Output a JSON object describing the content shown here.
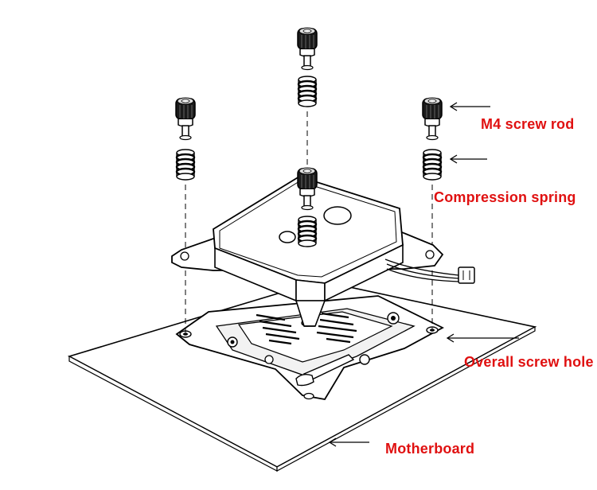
{
  "diagram": {
    "labels": {
      "screw_rod": "M4 screw rod",
      "spring": "Compression spring",
      "screw_hole": "Overall screw hole",
      "motherboard": "Motherboard"
    },
    "label_color": "#e01010",
    "line_color": "#111111"
  }
}
